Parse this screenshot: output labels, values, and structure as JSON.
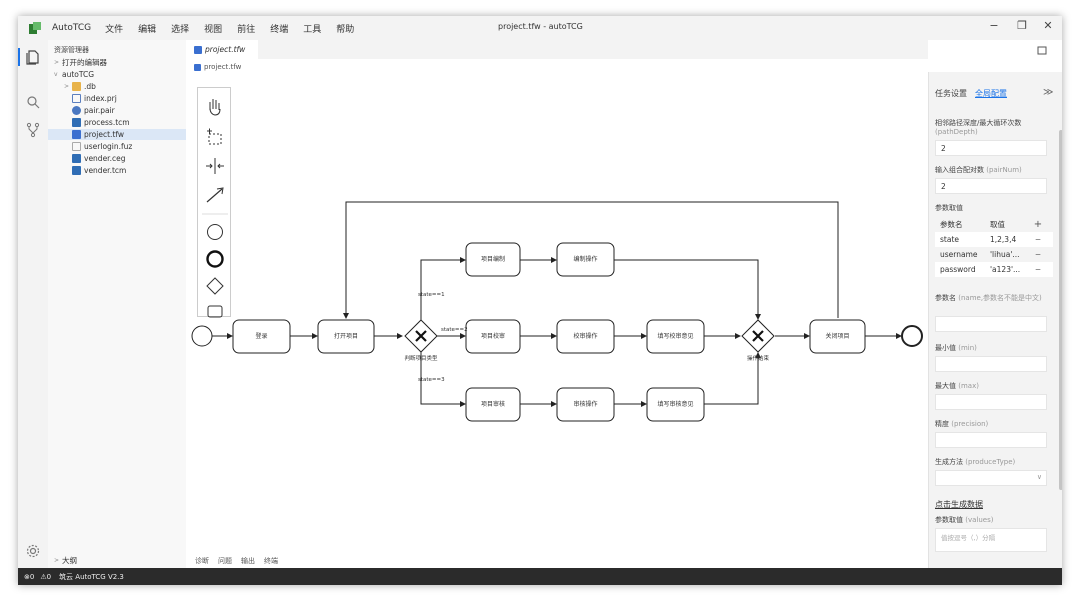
{
  "window": {
    "app_name": "AutoTCG",
    "title": "project.tfw - autoTCG",
    "menu": [
      "文件",
      "编辑",
      "选择",
      "视图",
      "前往",
      "终端",
      "工具",
      "帮助"
    ],
    "controls": {
      "minimize": "−",
      "restore": "❐",
      "close": "✕"
    }
  },
  "explorer": {
    "title": "资源管理器",
    "sections": {
      "open_editors": "打开的编辑器",
      "project": "autoTCG",
      "outline": "大纲"
    },
    "files": [
      {
        "name": ".db",
        "icon": "folder-icon",
        "color": "#e8b34a"
      },
      {
        "name": "index.prj",
        "icon": "prj-file-icon",
        "color": "#5b7fbf"
      },
      {
        "name": "pair.pair",
        "icon": "pair-file-icon",
        "color": "#4a78c2"
      },
      {
        "name": "process.tcm",
        "icon": "tcm-file-icon",
        "color": "#2f6db5"
      },
      {
        "name": "project.tfw",
        "icon": "tfw-file-icon",
        "color": "#3a6fd0"
      },
      {
        "name": "userlogin.fuz",
        "icon": "blank-file-icon",
        "color": "#aaaaaa"
      },
      {
        "name": "vender.ceg",
        "icon": "ceg-file-icon",
        "color": "#2f6db5"
      },
      {
        "name": "vender.tcm",
        "icon": "tcm-file-icon",
        "color": "#2f6db5"
      }
    ]
  },
  "editor": {
    "tab": "project.tfw",
    "breadcrumb": "project.tfw",
    "bottom_tabs": [
      "诊断",
      "问题",
      "输出",
      "终端"
    ]
  },
  "diagram": {
    "nodes": {
      "login": "登录",
      "open_project": "打开项目",
      "gateway_type": "判断项目类型",
      "edit_project": "项目编制",
      "edit_op": "编制操作",
      "proofread_project": "项目校审",
      "proofread_op": "校审操作",
      "fill_proofread": "填写校审意见",
      "review_project": "项目审核",
      "review_op": "审核操作",
      "fill_review": "填写审核意见",
      "gateway_end": "操作结束",
      "close_project": "关闭项目"
    },
    "edges": {
      "s1": "state==1",
      "s2": "state==2",
      "s3": "state==3"
    }
  },
  "right_panel": {
    "tabs": [
      "任务设置",
      "全局配置"
    ],
    "active_tab": "全局配置",
    "collapse": "≫",
    "path_depth_label": "相邻路径深度/最大循环次数",
    "path_depth_en": "(pathDepth)",
    "path_depth_value": "2",
    "pair_num_label": "输入组合配对数",
    "pair_num_en": "(pairNum)",
    "pair_num_value": "2",
    "params_title": "参数取值",
    "params_header": {
      "name": "参数名",
      "value": "取值",
      "action": "+"
    },
    "params": [
      {
        "name": "state",
        "value": "1,2,3,4",
        "action": "−"
      },
      {
        "name": "username",
        "value": "'lihua'...",
        "action": "−"
      },
      {
        "name": "password",
        "value": "'a123'...",
        "action": "−"
      }
    ],
    "param_name_label": "参数名",
    "param_name_hint": "(name,参数名不能是中文)",
    "min_label": "最小值",
    "min_en": "(min)",
    "max_label": "最大值",
    "max_en": "(max)",
    "precision_label": "精度",
    "precision_en": "(precision)",
    "produce_label": "生成方法",
    "produce_en": "(produceType)",
    "generate_link": "点击生成数据",
    "values_label": "参数取值",
    "values_en": "(values)",
    "values_placeholder": "值按逗号（,）分隔"
  },
  "statusbar": {
    "errors": "⊗0",
    "warnings": "⚠0",
    "brand": "筑云 AutoTCG V2.3"
  },
  "colors": {
    "accent": "#1a73e8",
    "statusbar": "#2b2b2b",
    "selection": "#dbe7f6"
  }
}
